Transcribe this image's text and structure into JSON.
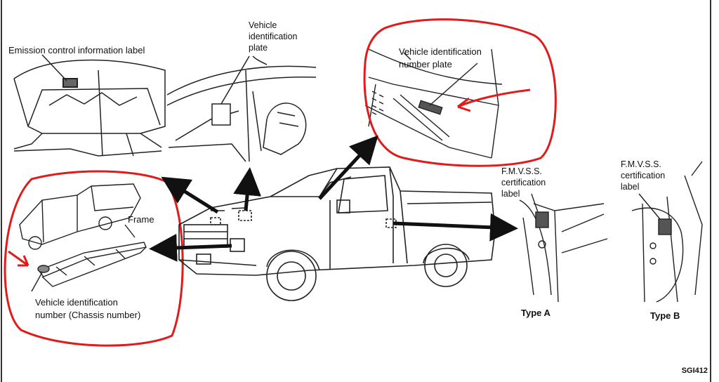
{
  "labels": {
    "emission": "Emission control information label",
    "vin_plate_top_1": "Vehicle",
    "vin_plate_top_2": "identification",
    "vin_plate_top_3": "plate",
    "vin_plate_dash_1": "Vehicle identification",
    "vin_plate_dash_2": "number plate",
    "frame": "Frame",
    "chassis_1": "Vehicle identification",
    "chassis_2": "number (Chassis number)",
    "fmvss_a_1": "F.M.V.S.S.",
    "fmvss_a_2": "certification",
    "fmvss_a_3": "label",
    "fmvss_b_1": "F.M.V.S.S.",
    "fmvss_b_2": "certification",
    "fmvss_b_3": "label",
    "type_a": "Type A",
    "type_b": "Type B",
    "figure_code": "SGI412"
  },
  "colors": {
    "line": "#222222",
    "highlight": "#e01b1b"
  }
}
